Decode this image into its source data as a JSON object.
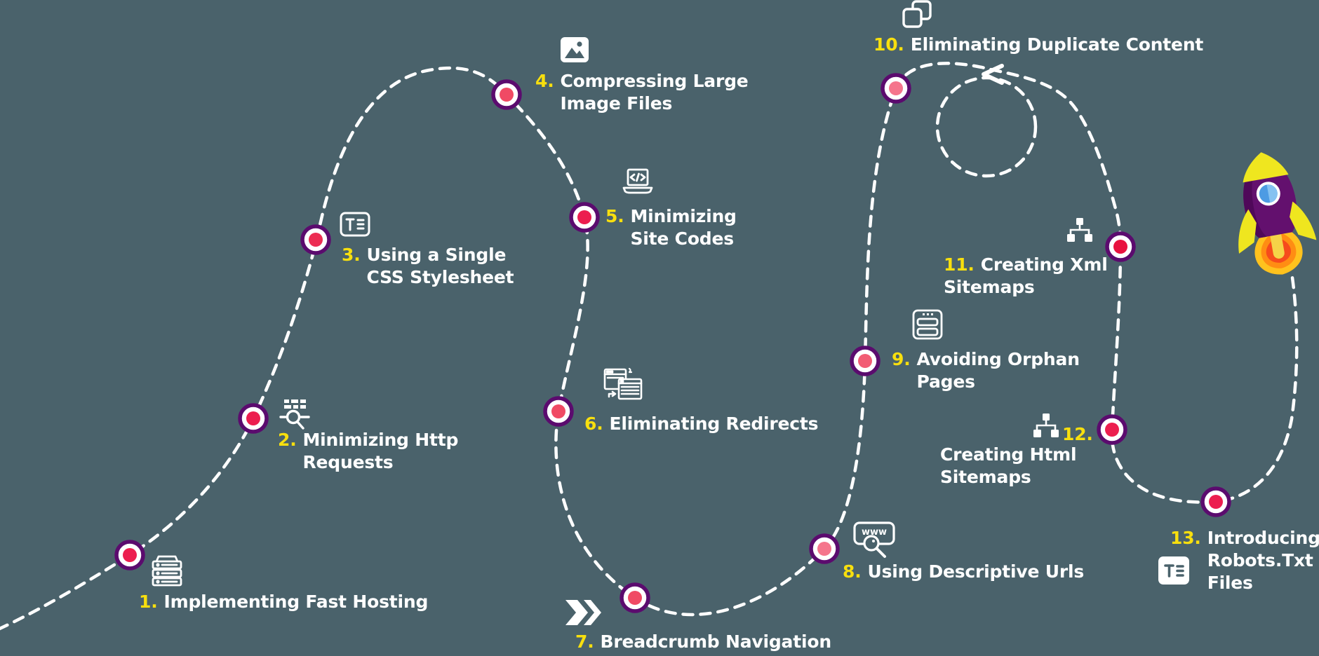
{
  "title": "SEO site optimization roadmap infographic",
  "colors": {
    "background": "#4A626B",
    "text": "#FFFFFF",
    "number_accent": "#F8DF0E",
    "marker_ring": "#5B0B6E",
    "marker_core": "#FFFFFF",
    "marker_dot": "#EC1E4F",
    "marker_dot_light": "#F5758C",
    "path": "#FFFFFF",
    "rocket_body": "#63106E",
    "rocket_yellow": "#EFE61F",
    "rocket_window": "#4D9BE3",
    "flame_outer": "#FFC21E",
    "flame_mid": "#FF8D13",
    "flame_inner": "#F64B1C"
  },
  "steps": [
    {
      "num": "1.",
      "lines": [
        "Implementing Fast Hosting"
      ],
      "icon": "server-icon"
    },
    {
      "num": "2.",
      "lines": [
        "Minimizing Http",
        "Requests"
      ],
      "icon": "http-requests-search-icon"
    },
    {
      "num": "3.",
      "lines": [
        "Using a Single",
        "CSS Stylesheet"
      ],
      "icon": "text-document-icon"
    },
    {
      "num": "4.",
      "lines": [
        "Compressing Large",
        "Image Files"
      ],
      "icon": "image-icon"
    },
    {
      "num": "5.",
      "lines": [
        "Minimizing",
        "Site Codes"
      ],
      "icon": "laptop-code-icon"
    },
    {
      "num": "6.",
      "lines": [
        "Eliminating Redirects"
      ],
      "icon": "redirect-windows-icon"
    },
    {
      "num": "7.",
      "lines": [
        "Breadcrumb Navigation"
      ],
      "icon": "breadcrumb-chevrons-icon"
    },
    {
      "num": "8.",
      "lines": [
        "Using Descriptive Urls"
      ],
      "icon": "www-url-search-icon"
    },
    {
      "num": "9.",
      "lines": [
        "Avoiding Orphan",
        "Pages"
      ],
      "icon": "webpage-sections-icon"
    },
    {
      "num": "10.",
      "lines": [
        "Eliminating Duplicate Content"
      ],
      "icon": "duplicate-squares-icon"
    },
    {
      "num": "11.",
      "lines": [
        "Creating Xml",
        "Sitemaps"
      ],
      "icon": "sitemap-icon"
    },
    {
      "num": "12.",
      "lines": [
        "Creating Html",
        "Sitemaps"
      ],
      "icon": "sitemap-icon"
    },
    {
      "num": "13.",
      "lines": [
        "Introducing",
        "Robots.Txt",
        "Files"
      ],
      "icon": "robots-txt-file-icon"
    }
  ]
}
